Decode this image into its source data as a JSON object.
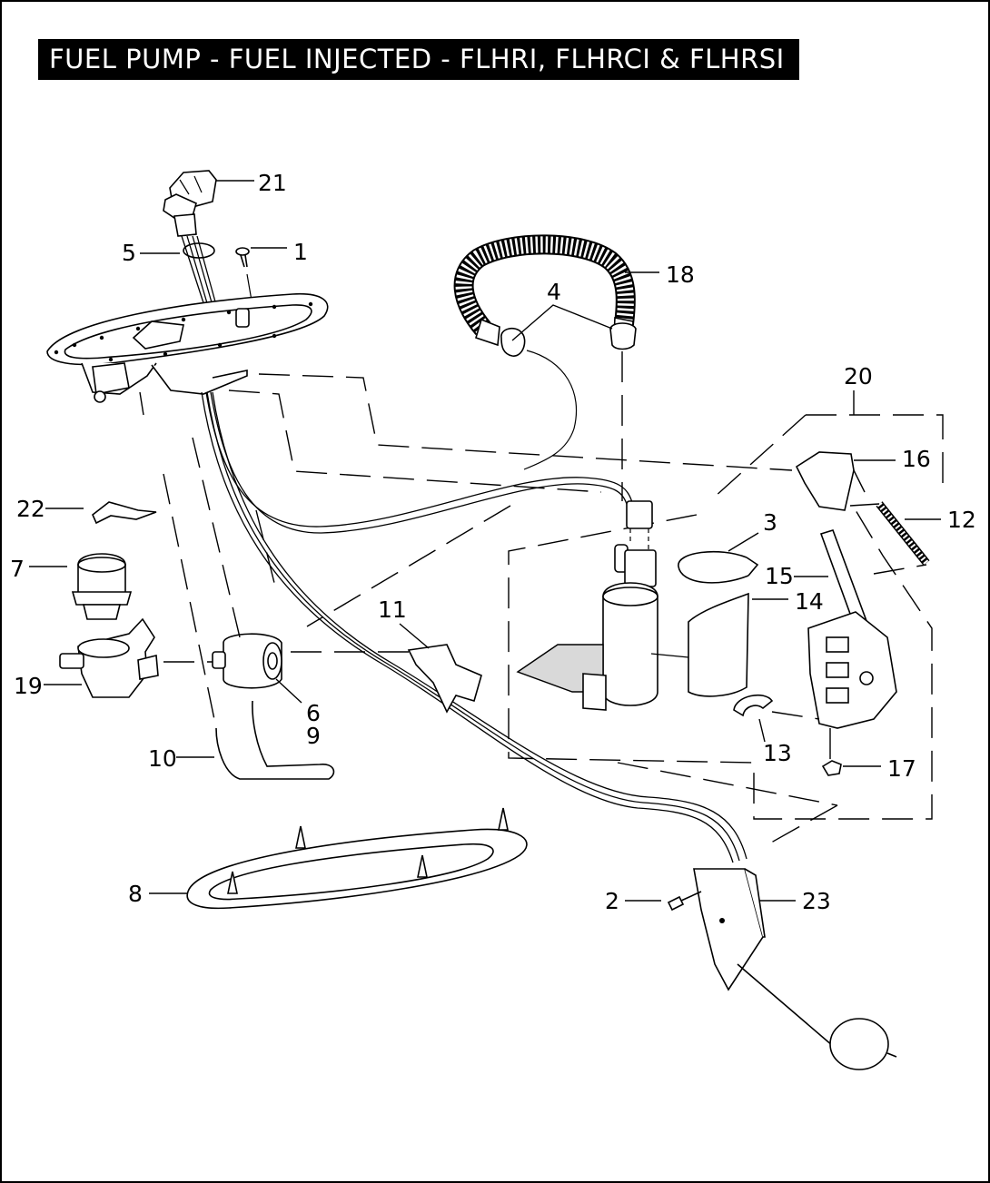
{
  "title": "FUEL PUMP - FUEL INJECTED - FLHRI,  FLHRCI & FLHRSI",
  "callouts": {
    "c1": "1",
    "c2": "2",
    "c3": "3",
    "c4": "4",
    "c5": "5",
    "c6": "6",
    "c7": "7",
    "c8": "8",
    "c9": "9",
    "c10": "10",
    "c11": "11",
    "c12": "12",
    "c13": "13",
    "c14": "14",
    "c15": "15",
    "c16": "16",
    "c17": "17",
    "c18": "18",
    "c19": "19",
    "c20": "20",
    "c21": "21",
    "c22": "22",
    "c23": "23"
  },
  "colors": {
    "line": "#000000",
    "background": "#ffffff",
    "title_bg": "#000000",
    "title_text": "#ffffff"
  }
}
